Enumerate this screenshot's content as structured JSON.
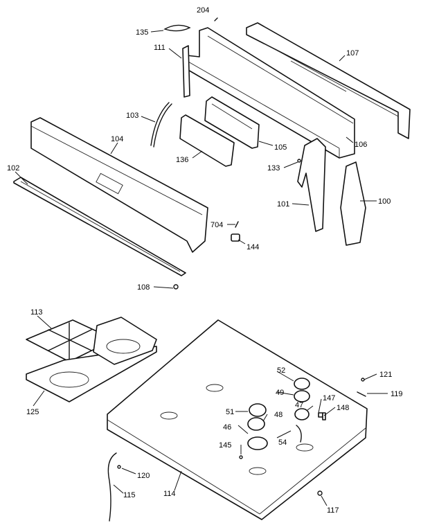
{
  "labels": {
    "p204": "204",
    "p135": "135",
    "p111": "111",
    "p107": "107",
    "p103": "103",
    "p104": "104",
    "p105": "105",
    "p106": "106",
    "p136": "136",
    "p102": "102",
    "p133": "133",
    "p101": "101",
    "p100": "100",
    "p704": "704",
    "p144": "144",
    "p108": "108",
    "p113": "113",
    "p125": "125",
    "p52": "52",
    "p49": "49",
    "p51": "51",
    "p47": "47",
    "p147": "147",
    "p148": "148",
    "p48": "48",
    "p46": "46",
    "p54": "54",
    "p145": "145",
    "p121": "121",
    "p119": "119",
    "p120": "120",
    "p115": "115",
    "p114": "114",
    "p117": "117"
  }
}
